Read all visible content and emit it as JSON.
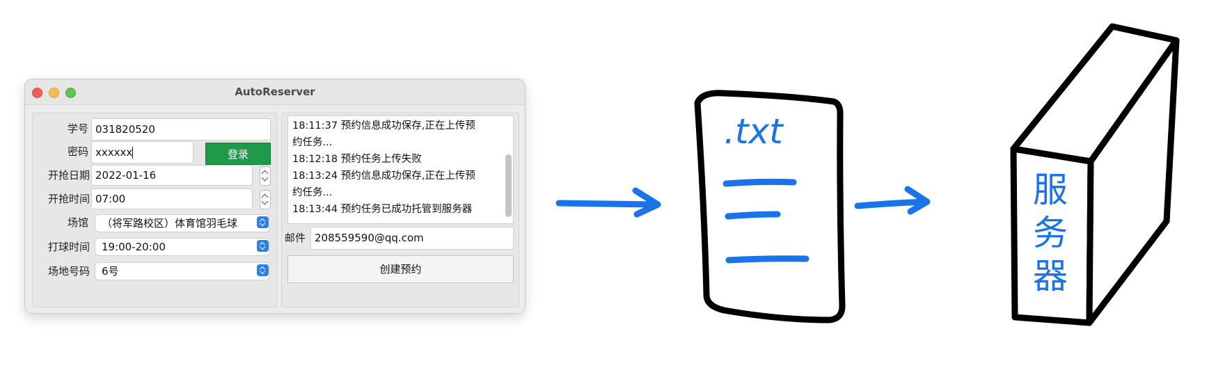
{
  "window": {
    "title": "AutoReserver"
  },
  "form": {
    "student_id_label": "学号",
    "student_id_value": "031820520",
    "password_label": "密码",
    "password_value": "xxxxxx",
    "login_label": "登录",
    "start_date_label": "开抢日期",
    "start_date_value": "2022-01-16",
    "start_time_label": "开抢时间",
    "start_time_value": "07:00",
    "venue_label": "场馆",
    "venue_value": "（将军路校区）体育馆羽毛球",
    "play_time_label": "打球时间",
    "play_time_value": "19:00-20:00",
    "court_label": "场地号码",
    "court_value": "6号"
  },
  "log": {
    "lines": [
      "18:11:37 预约信息成功保存,正在上传预",
      "约任务...",
      "18:12:18 预约任务上传失败",
      "18:13:24 预约信息成功保存,正在上传预",
      "约任务...",
      "18:13:44 预约任务已成功托管到服务器"
    ]
  },
  "email": {
    "label": "邮件",
    "value": "208559590@qq.com"
  },
  "create_label": "创建预约",
  "diagram": {
    "file_label": ".txt",
    "server_label": "服务器",
    "accent_color": "#1a73e8"
  },
  "icons": [
    "stepper-icon",
    "popup-chevron-icon",
    "arrow-icon",
    "file-icon",
    "server-box-icon"
  ]
}
